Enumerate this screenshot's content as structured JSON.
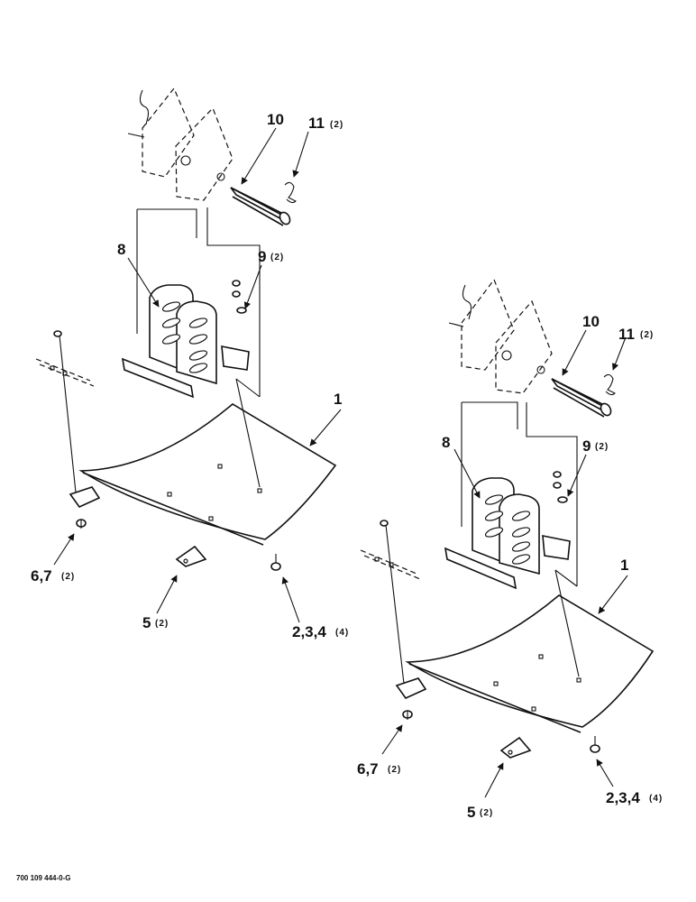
{
  "drawing_code": "700 109 444-0-G",
  "assemblies": [
    {
      "callouts": [
        {
          "number": "1",
          "qty": ""
        },
        {
          "number": "2,3,4",
          "qty": "(4)"
        },
        {
          "number": "5",
          "qty": "(2)"
        },
        {
          "number": "6,7",
          "qty": "(2)"
        },
        {
          "number": "8",
          "qty": ""
        },
        {
          "number": "9",
          "qty": "(2)"
        },
        {
          "number": "10",
          "qty": ""
        },
        {
          "number": "11",
          "qty": "(2)"
        }
      ]
    },
    {
      "callouts": [
        {
          "number": "1",
          "qty": ""
        },
        {
          "number": "2,3,4",
          "qty": "(4)"
        },
        {
          "number": "5",
          "qty": "(2)"
        },
        {
          "number": "6,7",
          "qty": "(2)"
        },
        {
          "number": "8",
          "qty": ""
        },
        {
          "number": "9",
          "qty": "(2)"
        },
        {
          "number": "10",
          "qty": ""
        },
        {
          "number": "11",
          "qty": "(2)"
        }
      ]
    }
  ]
}
